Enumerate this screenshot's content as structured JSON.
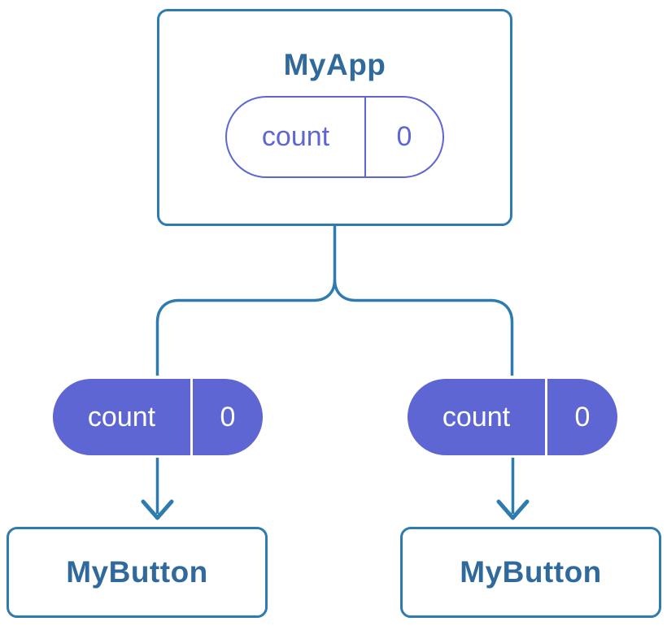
{
  "diagram": {
    "description": "Component tree showing a parent passing the same prop to two children",
    "root": {
      "title": "MyApp",
      "prop": {
        "name": "count",
        "value": "0"
      }
    },
    "children": [
      {
        "title": "MyButton",
        "prop": {
          "name": "count",
          "value": "0"
        }
      },
      {
        "title": "MyButton",
        "prop": {
          "name": "count",
          "value": "0"
        }
      }
    ],
    "colors": {
      "line_blue": "#2e7bb0",
      "node_title_text": "#30699b",
      "pill_fill_purple": "#5d66d3",
      "pill_outline_purple": "#5e66d6",
      "card_background": "#ffffff"
    }
  }
}
